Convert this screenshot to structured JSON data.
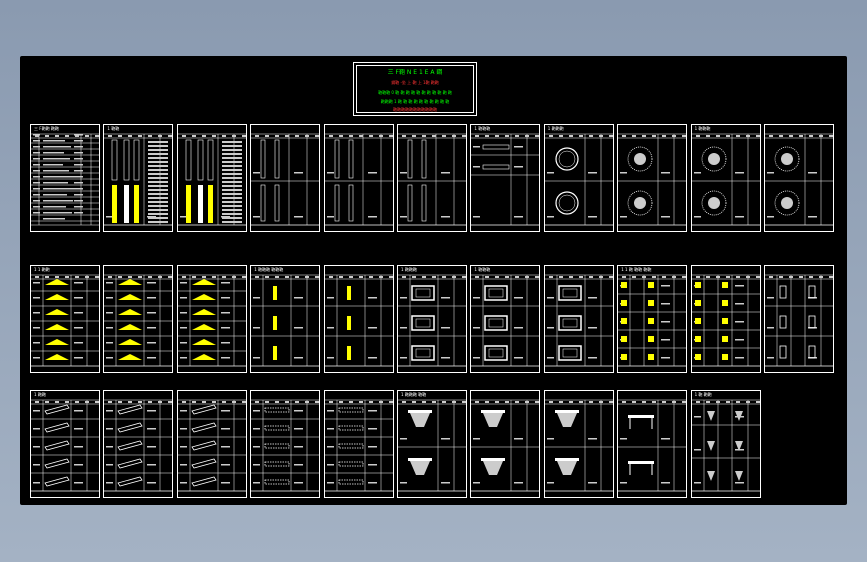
{
  "title_block": {
    "lines": [
      {
        "text": "三 F鞄  N E 1 E A 鋼",
        "color": "#00ff00"
      },
      {
        "text": "鋼鞄 -坐 上    鞄 上 1鞄  鞄鞄",
        "color": "#ff3333"
      },
      {
        "text": "鞄鞄鞄 0 鞄 鞄 鞄 鞄 鞄 鞄 鞄 鞄 鞄 鞄 鞄",
        "color": "#00ff00"
      },
      {
        "text": "鞄鞄鞄 1 鞄 鞄 鞄 鞄 鞄 鞄 鞄 鞄 鞄 鞄",
        "color": "#00ff00"
      },
      {
        "text": "鞄鞄鞄鞄鞄鞄鞄鞄鞄鞄鞄",
        "color": "#ff3333"
      }
    ]
  },
  "colors": {
    "line": "#ffffff",
    "highlight": "#ffff00",
    "dim": "#cccccc",
    "title_green": "#00ff00",
    "title_red": "#ff3333",
    "background": "#000000",
    "desktop": "#9aa8bb"
  },
  "sheets": [
    {
      "row": 1,
      "label": "三 F鞄鞄 鞄鞄",
      "num": "",
      "kind": "index"
    },
    {
      "row": 1,
      "label": "1  鞄鞄",
      "num": "",
      "kind": "columns-yellow"
    },
    {
      "row": 1,
      "label": "",
      "num": "",
      "kind": "columns-yellow"
    },
    {
      "row": 1,
      "label": "",
      "num": "",
      "kind": "columns"
    },
    {
      "row": 1,
      "label": "",
      "num": "",
      "kind": "columns"
    },
    {
      "row": 1,
      "label": "",
      "num": "",
      "kind": "columns"
    },
    {
      "row": 1,
      "label": "1  鞄鞄鞄",
      "num": "",
      "kind": "bars"
    },
    {
      "row": 1,
      "label": "1  鞄鞄鞄",
      "num": "",
      "kind": "rings"
    },
    {
      "row": 1,
      "label": "",
      "num": "",
      "kind": "rosettes"
    },
    {
      "row": 1,
      "label": "1  鞄鞄鞄",
      "num": "",
      "kind": "rosettes"
    },
    {
      "row": 1,
      "label": "",
      "num": "",
      "kind": "rosettes"
    },
    {
      "row": 2,
      "label": "1 1  鞄鞄",
      "num": "",
      "kind": "pediments-yellow"
    },
    {
      "row": 2,
      "label": "",
      "num": "",
      "kind": "pediments-yellow"
    },
    {
      "row": 2,
      "label": "",
      "num": "",
      "kind": "pediments-yellow"
    },
    {
      "row": 2,
      "label": "1  鞄鞄鞄 鞄鞄鞄",
      "num": "",
      "kind": "brackets"
    },
    {
      "row": 2,
      "label": "",
      "num": "",
      "kind": "brackets"
    },
    {
      "row": 2,
      "label": "1  鞄鞄鞄",
      "num": "",
      "kind": "frames"
    },
    {
      "row": 2,
      "label": "1  鞄鞄鞄",
      "num": "",
      "kind": "frames"
    },
    {
      "row": 2,
      "label": "",
      "num": "",
      "kind": "frames"
    },
    {
      "row": 2,
      "label": "1 1  鞄 鞄鞄 鞄鞄",
      "num": "",
      "kind": "ornaments-yellow"
    },
    {
      "row": 2,
      "label": "",
      "num": "",
      "kind": "ornaments-yellow"
    },
    {
      "row": 2,
      "label": "",
      "num": "",
      "kind": "panels"
    },
    {
      "row": 3,
      "label": "1  鞄鞄",
      "num": "",
      "kind": "mouldings"
    },
    {
      "row": 3,
      "label": "",
      "num": "",
      "kind": "mouldings"
    },
    {
      "row": 3,
      "label": "",
      "num": "",
      "kind": "mouldings"
    },
    {
      "row": 3,
      "label": "",
      "num": "",
      "kind": "strips"
    },
    {
      "row": 3,
      "label": "",
      "num": "",
      "kind": "strips"
    },
    {
      "row": 3,
      "label": "1  鞄鞄鞄 鞄鞄",
      "num": "",
      "kind": "capitals"
    },
    {
      "row": 3,
      "label": "",
      "num": "",
      "kind": "capitals"
    },
    {
      "row": 3,
      "label": "",
      "num": "",
      "kind": "capitals"
    },
    {
      "row": 3,
      "label": "",
      "num": "",
      "kind": "tables"
    },
    {
      "row": 3,
      "label": "1  鞄 鞄鞄",
      "num": "",
      "kind": "corbels"
    }
  ]
}
